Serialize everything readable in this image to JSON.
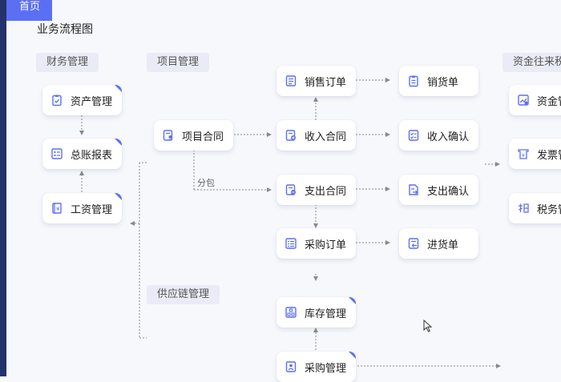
{
  "tab": {
    "home": "首页"
  },
  "page": {
    "title": "业务流程图"
  },
  "sections": {
    "finance": "财务管理",
    "project": "项目管理",
    "supply_chain": "供应链管理",
    "funds": "资金往来税"
  },
  "finance_nodes": {
    "asset": "资产管理",
    "ledger": "总账报表",
    "salary": "工资管理"
  },
  "project_nodes": {
    "contract": "项目合同",
    "subcontract_label": "分包"
  },
  "flow_nodes": {
    "sales_order": "销售订单",
    "sales_delivery": "销货单",
    "income_contract": "收入合同",
    "income_confirm": "收入确认",
    "expense_contract": "支出合同",
    "expense_confirm": "支出确认",
    "purchase_order": "采购订单",
    "receipt": "进货单",
    "inventory": "库存管理",
    "procurement": "采购管理"
  },
  "fund_nodes": {
    "funds": "资金管",
    "invoice": "发票管",
    "tax": "税务管"
  },
  "colors": {
    "accent": "#5b6ff5",
    "sidebar": "#23326a",
    "connector": "#8a8a8a"
  }
}
